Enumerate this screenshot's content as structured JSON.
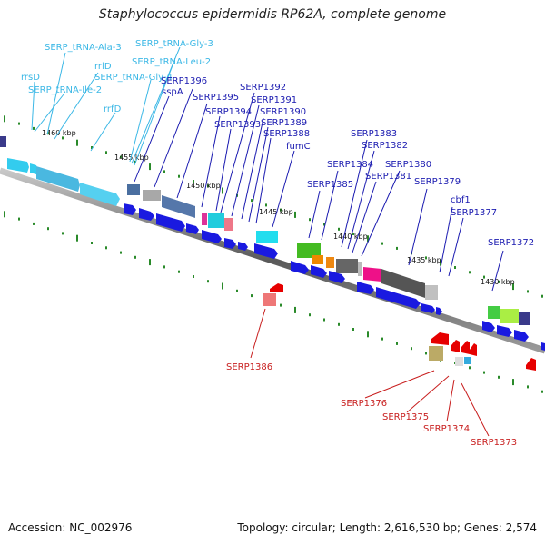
{
  "title": "Staphylococcus epidermidis RP62A, complete genome",
  "footer": {
    "accession": "Accession: NC_002976",
    "summary": "Topology: circular; Length: 2,616,530 bp; Genes: 2,574"
  },
  "colors": {
    "rna_label": "#3cb8e6",
    "forward_label": "#1a1ab0",
    "reverse_label": "#c81e1e",
    "backbone": "#7f7f7f",
    "forward_arrow": "#1a1ae0",
    "reverse_arrow": "#e60000",
    "tick": "#2a8a2a"
  },
  "kbp_ticks": [
    "1460 kbp",
    "1455 kbp",
    "1450 kbp",
    "1445 kbp",
    "1440 kbp",
    "1435 kbp",
    "1430 kbp"
  ],
  "rna_labels": [
    "SERP_tRNA-Ala-3",
    "SERP_tRNA-Gly-3",
    "SERP_tRNA-Leu-2",
    "rrlD",
    "SERP_tRNA-Gly-4",
    "rrsD",
    "SERP_tRNA-Ile-2",
    "rrfD"
  ],
  "forward_labels": [
    "sspA",
    "SERP1396",
    "SERP1395",
    "SERP1394",
    "SERP1393",
    "SERP1392",
    "SERP1391",
    "SERP1390",
    "SERP1389",
    "SERP1388",
    "fumC",
    "SERP1383",
    "SERP1382",
    "SERP1384",
    "SERP1380",
    "SERP1381",
    "SERP1385",
    "SERP1379",
    "cbf1",
    "SERP1377",
    "SERP1372"
  ],
  "reverse_labels": [
    "SERP1386",
    "SERP1376",
    "SERP1375",
    "SERP1374",
    "SERP1373"
  ]
}
